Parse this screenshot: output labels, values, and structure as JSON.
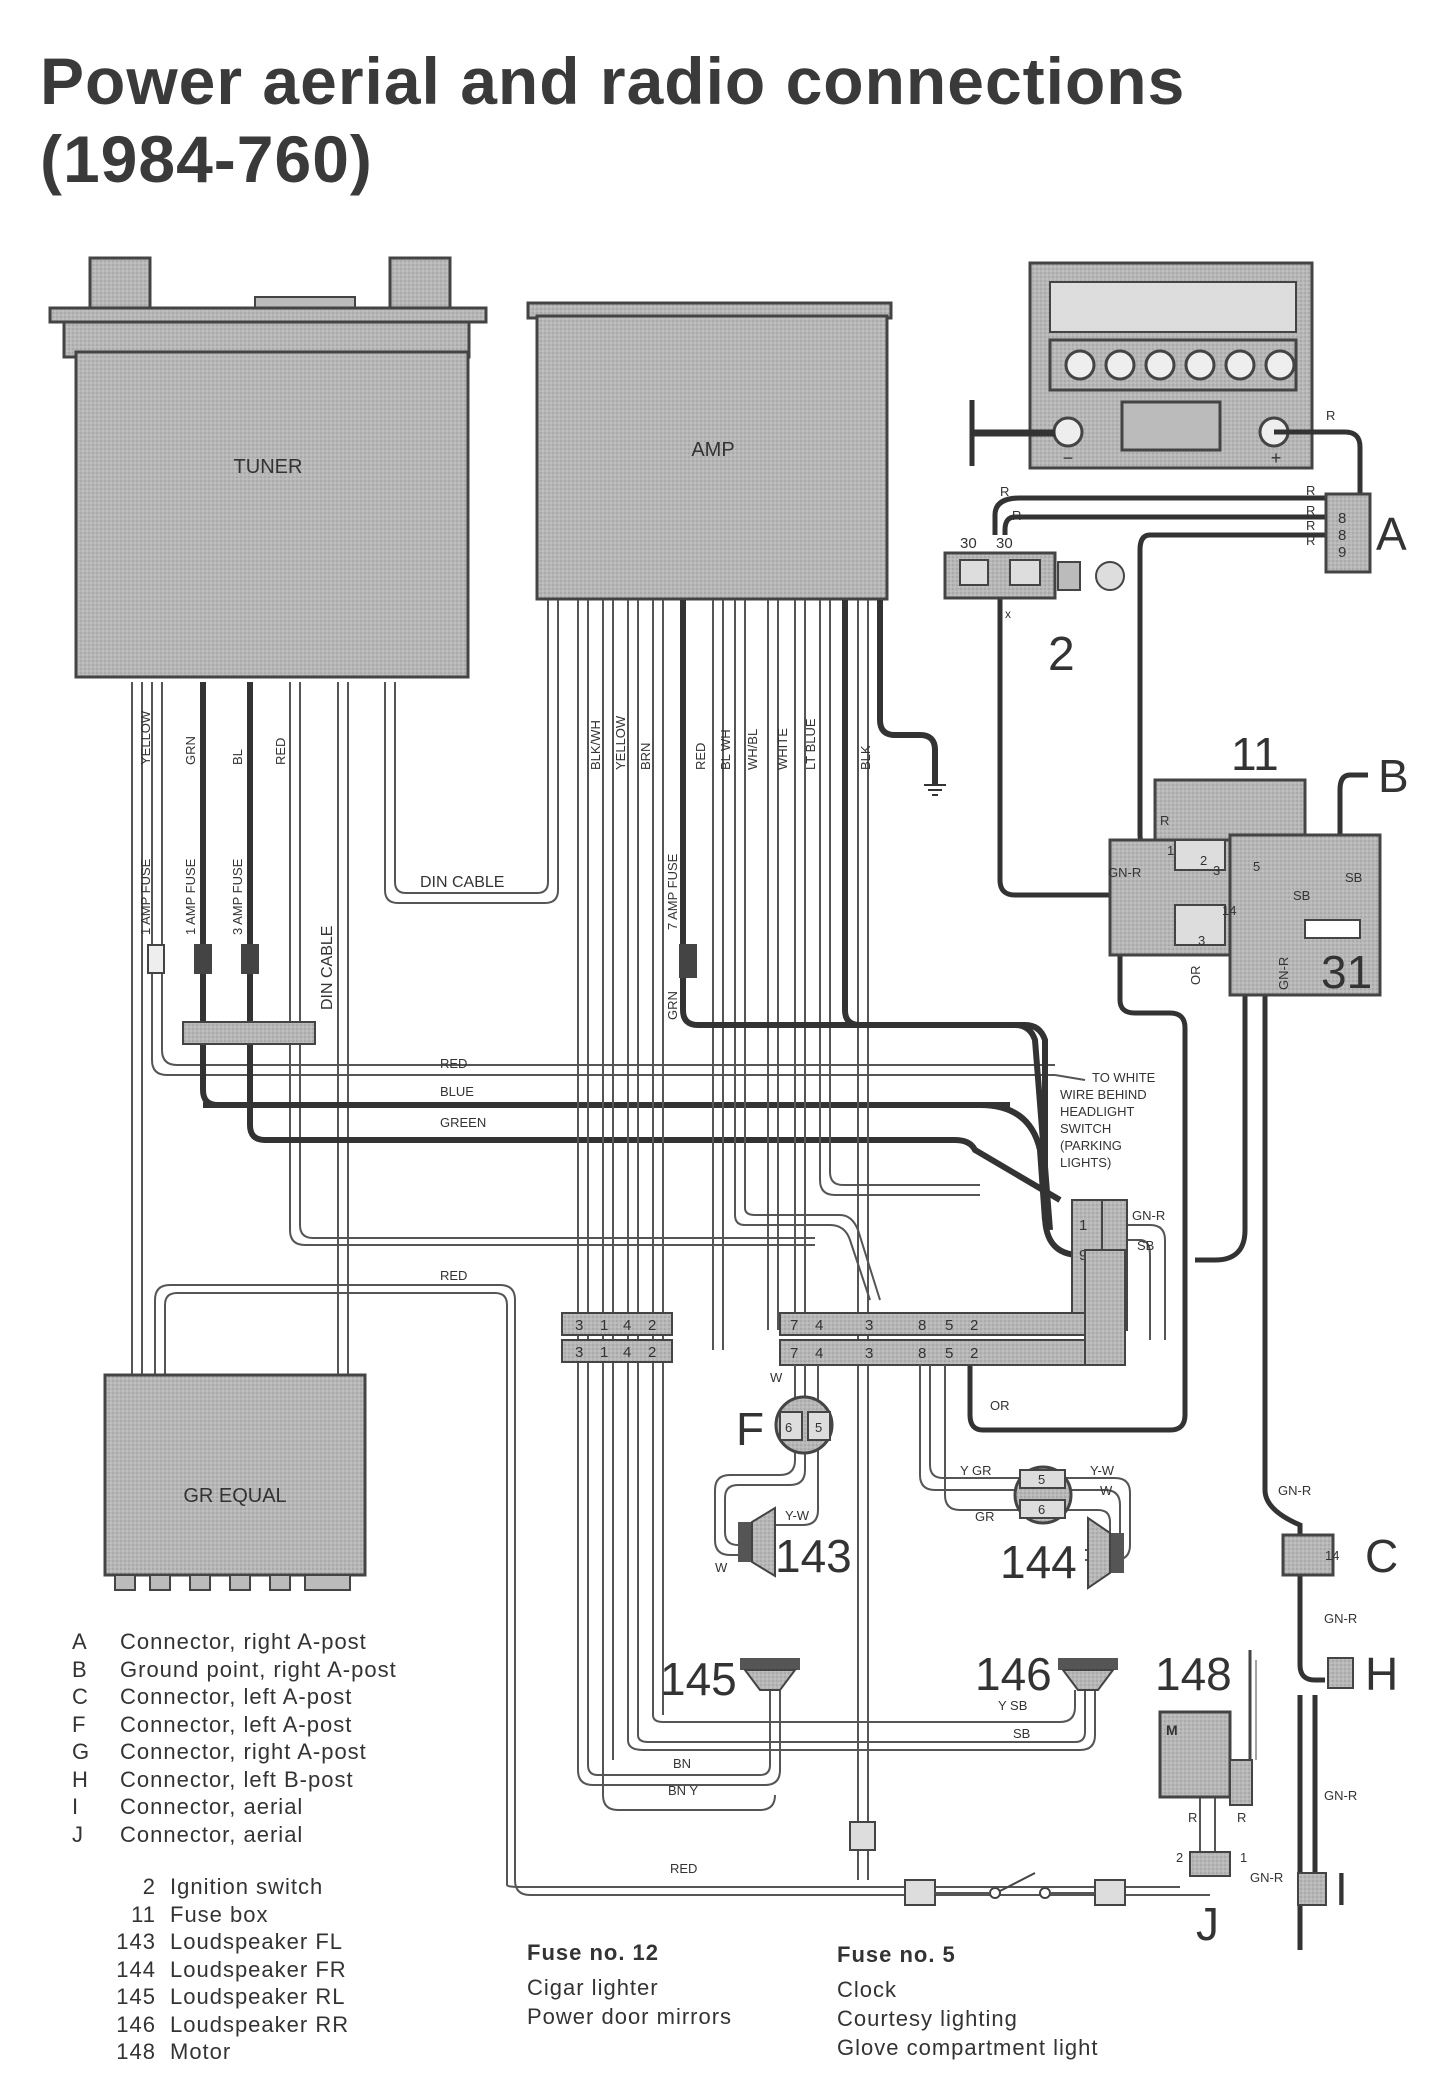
{
  "title": {
    "line1": "Power aerial and radio connections",
    "line2": "(1984-760)"
  },
  "components": {
    "tuner": "TUNER",
    "amp": "AMP",
    "equalizer": "GR EQUAL"
  },
  "connector_labels": {
    "A": "A",
    "B": "B",
    "C": "C",
    "F": "F",
    "H": "H",
    "I": "I",
    "J": "J",
    "n2": "2",
    "n11": "11",
    "n31": "31",
    "n143": "143",
    "n144": "144",
    "n145": "145",
    "n146": "146",
    "n148": "148"
  },
  "wire_labels": {
    "tuner_wires": [
      "YELLOW",
      "GRN",
      "BL",
      "RED"
    ],
    "tuner_fuses": [
      "1 AMP FUSE",
      "1 AMP FUSE",
      "3 AMP FUSE"
    ],
    "din_cable": "DIN CABLE",
    "amp_wires": [
      "BLK/WH",
      "YELLOW",
      "BRN",
      "RED",
      "BL WH",
      "WH/BL",
      "WHITE",
      "LT BLUE",
      "BLK"
    ],
    "amp_fuse": "7 AMP FUSE",
    "grn": "GRN",
    "bus_red": "RED",
    "bus_blue": "BLUE",
    "bus_green": "GREEN",
    "red": "RED",
    "note_white_wire": [
      "TO WHITE",
      "WIRE BEHIND",
      "HEADLIGHT",
      "SWITCH",
      "(PARKING",
      "LIGHTS)"
    ],
    "gn_r": "GN-R",
    "sb": "SB",
    "or": "OR",
    "r": "R",
    "w": "W",
    "y_w": "Y-W",
    "y_gr": "Y GR",
    "gr": "GR",
    "y_sb": "Y SB",
    "bn": "BN",
    "bn_y": "BN Y",
    "m": "M",
    "t30": "30",
    "minus": "−",
    "plus": "+",
    "x": "x"
  },
  "connector_pins": {
    "row_left": [
      "3",
      "1",
      "4",
      "2"
    ],
    "row_right": [
      "7",
      "4",
      "3",
      "8",
      "5",
      "2"
    ],
    "A": [
      "8",
      "8",
      "9"
    ],
    "F": [
      "6",
      "5"
    ],
    "speaker144": [
      "5",
      "6"
    ],
    "junction": [
      "1",
      "9"
    ],
    "C": "14",
    "fusebox": [
      "1",
      "2",
      "3",
      "5",
      "14",
      "3"
    ],
    "J": [
      "2",
      "1"
    ]
  },
  "legend_letters": [
    {
      "key": "A",
      "text": "Connector, right A-post"
    },
    {
      "key": "B",
      "text": "Ground point, right A-post"
    },
    {
      "key": "C",
      "text": "Connector, left A-post"
    },
    {
      "key": "F",
      "text": "Connector, left A-post"
    },
    {
      "key": "G",
      "text": "Connector, right A-post"
    },
    {
      "key": "H",
      "text": "Connector, left B-post"
    },
    {
      "key": "I",
      "text": "Connector, aerial"
    },
    {
      "key": "J",
      "text": "Connector, aerial"
    }
  ],
  "legend_numbers": [
    {
      "key": "2",
      "text": "Ignition switch"
    },
    {
      "key": "11",
      "text": "Fuse box"
    },
    {
      "key": "143",
      "text": "Loudspeaker FL"
    },
    {
      "key": "144",
      "text": "Loudspeaker FR"
    },
    {
      "key": "145",
      "text": "Loudspeaker RL"
    },
    {
      "key": "146",
      "text": "Loudspeaker RR"
    },
    {
      "key": "148",
      "text": "Motor"
    }
  ],
  "fuse12": {
    "heading": "Fuse no. 12",
    "items": [
      "Cigar lighter",
      "Power door mirrors"
    ]
  },
  "fuse5": {
    "heading": "Fuse no. 5",
    "items": [
      "Clock",
      "Courtesy lighting",
      "Glove compartment light"
    ]
  }
}
